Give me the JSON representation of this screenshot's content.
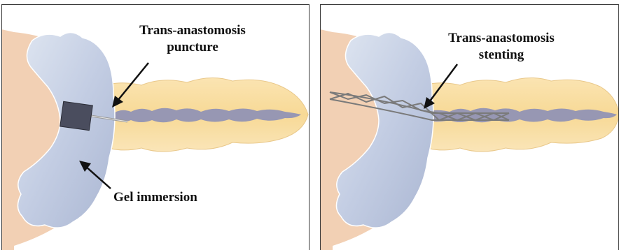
{
  "panels": [
    {
      "id": "left",
      "labels": {
        "puncture_line1": "Trans-anastomosis",
        "puncture_line2": "puncture",
        "gel": "Gel immersion"
      }
    },
    {
      "id": "right",
      "labels": {
        "stenting_line1": "Trans-anastomosis",
        "stenting_line2": "stenting"
      }
    }
  ],
  "colors": {
    "outer_tissue": "#f2d0b4",
    "stomach_wall": "#c8d2e6",
    "pancreas": "#f8dca0",
    "duct": "#8c8fb6",
    "needle_hub": "#4a4d5e",
    "stent": "#7a7a7a",
    "frame": "#3a3a3a"
  }
}
